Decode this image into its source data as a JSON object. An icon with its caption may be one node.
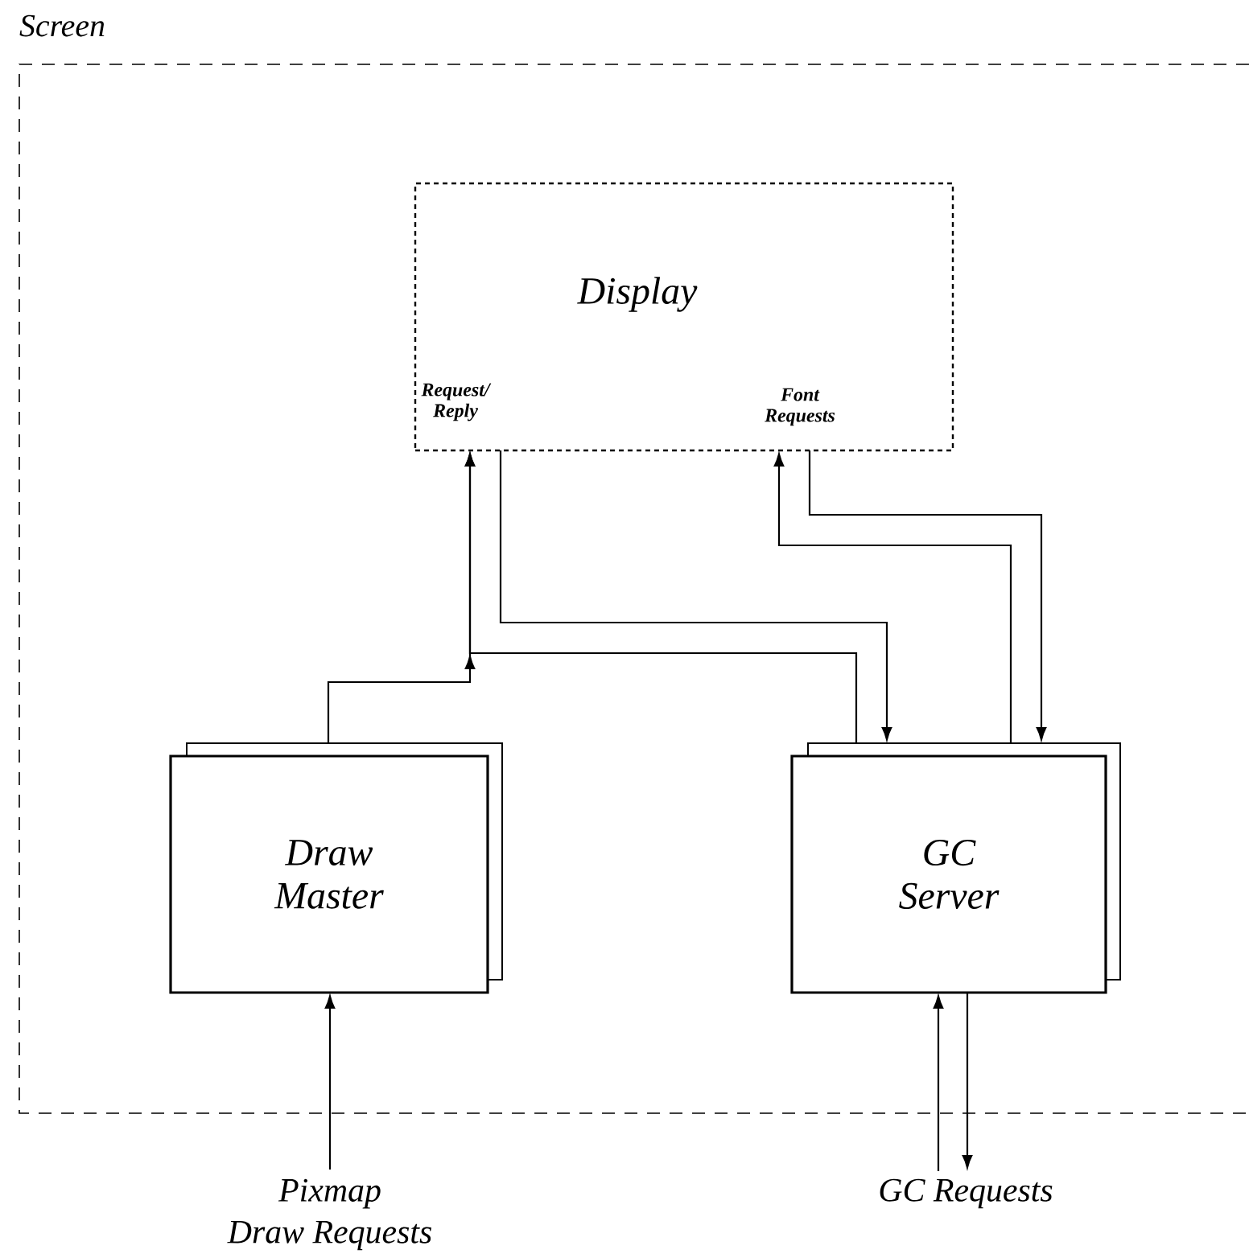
{
  "diagram": {
    "nodes": [
      {
        "text": [
          "Screen"
        ]
      },
      {
        "text": [
          "Display",
          "Request/ Reply",
          "Font Requests"
        ],
        "in": 0
      },
      {
        "text": [
          "Draw Master"
        ],
        "in": 0
      },
      {
        "text": [
          "GC Server"
        ],
        "in": 0
      },
      {
        "text": [
          "Pixmap Draw Requests"
        ]
      },
      {
        "text": [
          "GC Requests"
        ]
      }
    ],
    "edges": [
      {
        "from": 2,
        "to": 1,
        "arrow": "to"
      },
      {
        "from": 3,
        "to": 1,
        "arrow": "to"
      },
      {
        "from": 1,
        "to": 3,
        "arrow": "to"
      },
      {
        "from": 3,
        "to": 1,
        "arrow": "to"
      },
      {
        "from": 1,
        "to": 3,
        "arrow": "to"
      },
      {
        "from": 4,
        "to": 2,
        "arrow": "to"
      },
      {
        "from": 5,
        "to": 3,
        "arrow": "to"
      },
      {
        "from": 3,
        "to": 5,
        "arrow": "to"
      }
    ]
  }
}
